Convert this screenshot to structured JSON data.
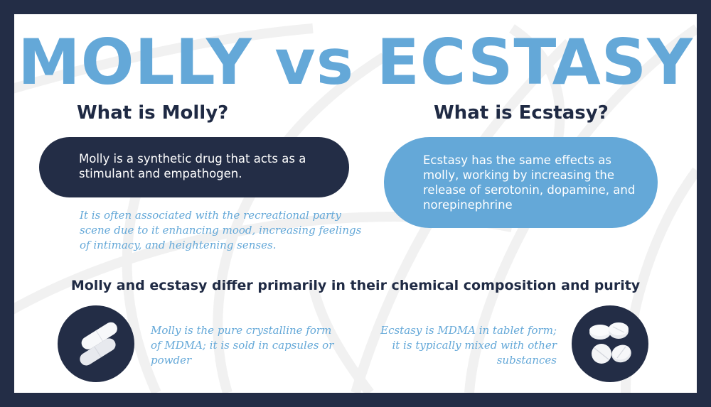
{
  "title": "MOLLY vs ECSTASY",
  "colors": {
    "navy": "#232d46",
    "blue": "#64a8d8",
    "white": "#ffffff",
    "heading": "#1f2a44"
  },
  "molly": {
    "heading": "What is Molly?",
    "definition": "Molly is a synthetic drug that acts as a stimulant and empathogen.",
    "note": "It is often associated with the recreational party scene due to it enhancing mood, increasing feelings of intimacy, and heightening senses.",
    "form_note": "Molly is the pure crystalline form of MDMA; it is sold in capsules or powder",
    "image": "capsules-icon"
  },
  "ecstasy": {
    "heading": "What is Ecstasy?",
    "definition": "Ecstasy has the same effects as molly, working by increasing the release of serotonin, dopamine, and norepinephrine",
    "form_note": "Ecstasy is MDMA in tablet form; it is typically mixed with other substances",
    "image": "tablets-icon"
  },
  "comparison_heading": "Molly and ecstasy differ primarily in their chemical composition and purity"
}
